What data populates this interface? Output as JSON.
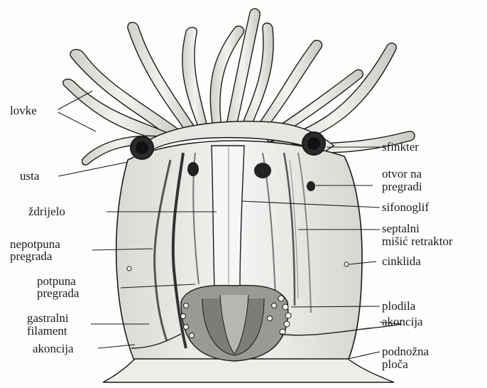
{
  "labels": {
    "lovke": "lovke",
    "usta": "usta",
    "zdrijelo": "ždrijelo",
    "nepotpuna_pregrada_1": "nepotpuna",
    "nepotpuna_pregrada_2": "pregrada",
    "potpuna_pregrada_1": "potpuna",
    "potpuna_pregrada_2": "pregrada",
    "gastralni_filament_1": "gastralni",
    "gastralni_filament_2": "filament",
    "akoncija_left": "akoncija",
    "sfinkter": "sfinkter",
    "otvor_na_pregradi_1": "otvor na",
    "otvor_na_pregradi_2": "pregradi",
    "sifonoglif": "sifonoglif",
    "septalni_misic_1": "septalni",
    "septalni_misic_2": "mišić retraktor",
    "cinklida": "cinklida",
    "plodila": "plodila",
    "akoncija_right": "akoncija",
    "podnozna_ploca_1": "podnožna",
    "podnozna_ploca_2": "ploča"
  },
  "colors": {
    "ink": "#1a1a1a",
    "body_fill": "#ececea",
    "shade": "#bdbdb8",
    "dark": "#2b2b2b"
  }
}
